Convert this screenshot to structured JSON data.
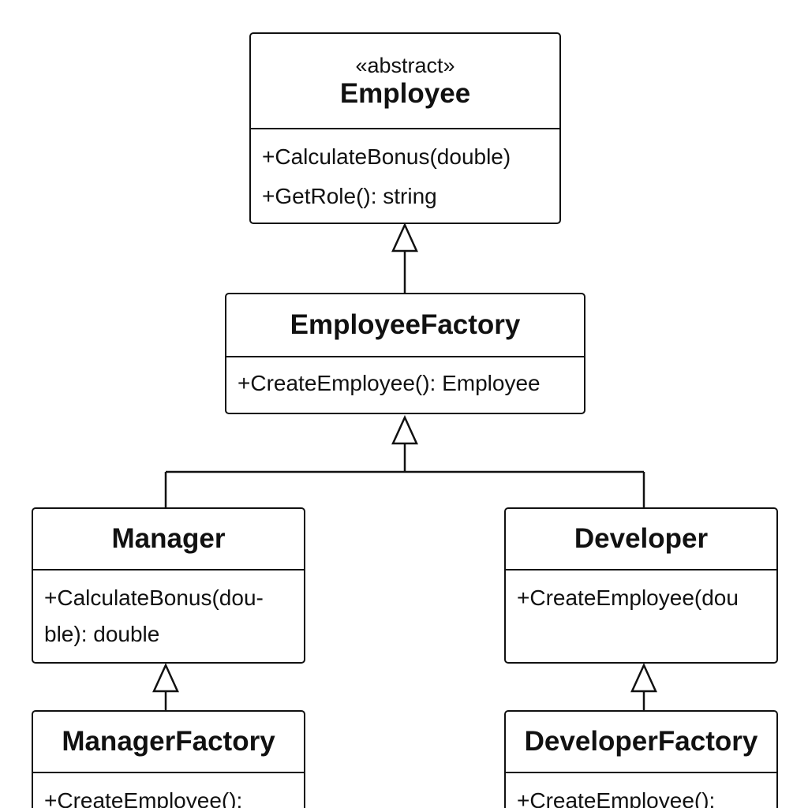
{
  "diagram": {
    "employee": {
      "stereotype": "«abstract»",
      "name": "Employee",
      "members": [
        "+CalculateBonus(double)",
        "+GetRole(): string"
      ]
    },
    "employee_factory": {
      "name": "EmployeeFactory",
      "members": [
        "+CreateEmployee(): Employee"
      ]
    },
    "manager": {
      "name": "Manager",
      "members": [
        "+CalculateBonus(dou-",
        "ble): double"
      ]
    },
    "developer": {
      "name": "Developer",
      "members": [
        "+CreateEmployee(dou"
      ]
    },
    "manager_factory": {
      "name": "ManagerFactory",
      "members": [
        "+CreateEmployee():"
      ]
    },
    "developer_factory": {
      "name": "DeveloperFactory",
      "members": [
        "+CreateEmployee():"
      ]
    },
    "relationships": [
      {
        "from": "EmployeeFactory",
        "to": "Employee",
        "type": "generalization"
      },
      {
        "from": "Manager",
        "to": "EmployeeFactory",
        "type": "generalization"
      },
      {
        "from": "Developer",
        "to": "EmployeeFactory",
        "type": "generalization"
      },
      {
        "from": "ManagerFactory",
        "to": "Manager",
        "type": "generalization"
      },
      {
        "from": "DeveloperFactory",
        "to": "Developer",
        "type": "generalization"
      }
    ]
  }
}
